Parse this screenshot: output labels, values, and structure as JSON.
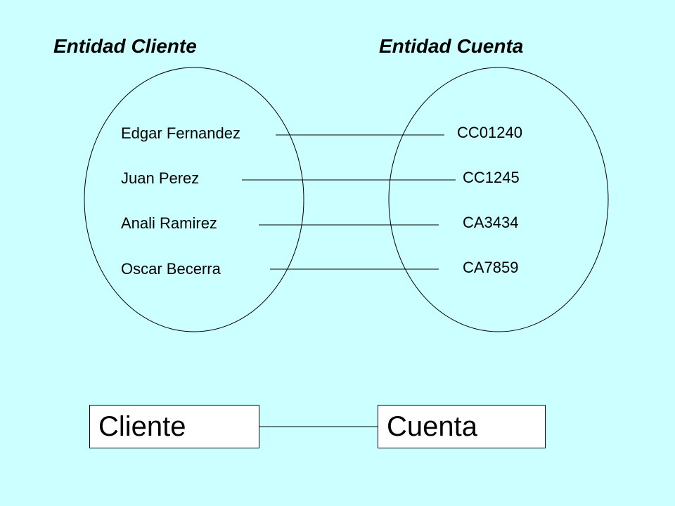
{
  "headings": {
    "left": "Entidad Cliente",
    "right": "Entidad Cuenta"
  },
  "clientes": [
    "Edgar Fernandez",
    "Juan Perez",
    "Anali Ramirez",
    "Oscar Becerra"
  ],
  "cuentas": [
    "CC01240",
    "CC1245",
    "CA3434",
    "CA7859"
  ],
  "entities": {
    "left": "Cliente",
    "right": "Cuenta"
  },
  "colors": {
    "background": "#ccffff",
    "box_fill": "#ffffff",
    "stroke": "#000000"
  }
}
